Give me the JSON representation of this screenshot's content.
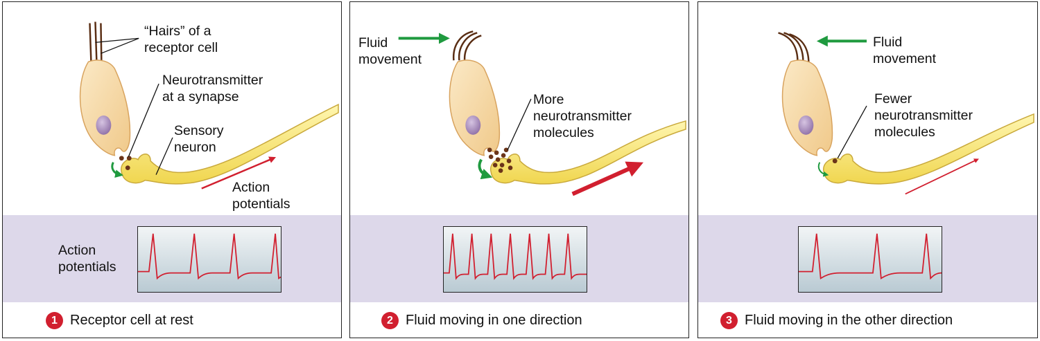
{
  "panel1": {
    "hairs_label": [
      "“Hairs” of a",
      "receptor cell"
    ],
    "nt_label": [
      "Neurotransmitter",
      "at a synapse"
    ],
    "neuron_label": [
      "Sensory",
      "neuron"
    ],
    "ap_label": [
      "Action",
      "potentials"
    ],
    "band_label": [
      "Action",
      "potentials"
    ],
    "step_number": "1",
    "step_text": "Receptor cell at rest"
  },
  "panel2": {
    "fluid_label": [
      "Fluid",
      "movement"
    ],
    "nt_label": [
      "More",
      "neurotransmitter",
      "molecules"
    ],
    "step_number": "2",
    "step_text": "Fluid moving in one direction"
  },
  "panel3": {
    "fluid_label": [
      "Fluid",
      "movement"
    ],
    "nt_label": [
      "Fewer",
      "neurotransmitter",
      "molecules"
    ],
    "step_number": "3",
    "step_text": "Fluid moving in the other direction"
  },
  "colors": {
    "cell_fill": "#f7dca8",
    "neuron_fill": "#f5e27a",
    "nucleus": "#a58ab8",
    "spike": "#d11f2f",
    "arrow_red": "#d11f2f",
    "arrow_green": "#1f9a3f",
    "band": "#ddd8ea",
    "badge": "#d11f2f"
  }
}
